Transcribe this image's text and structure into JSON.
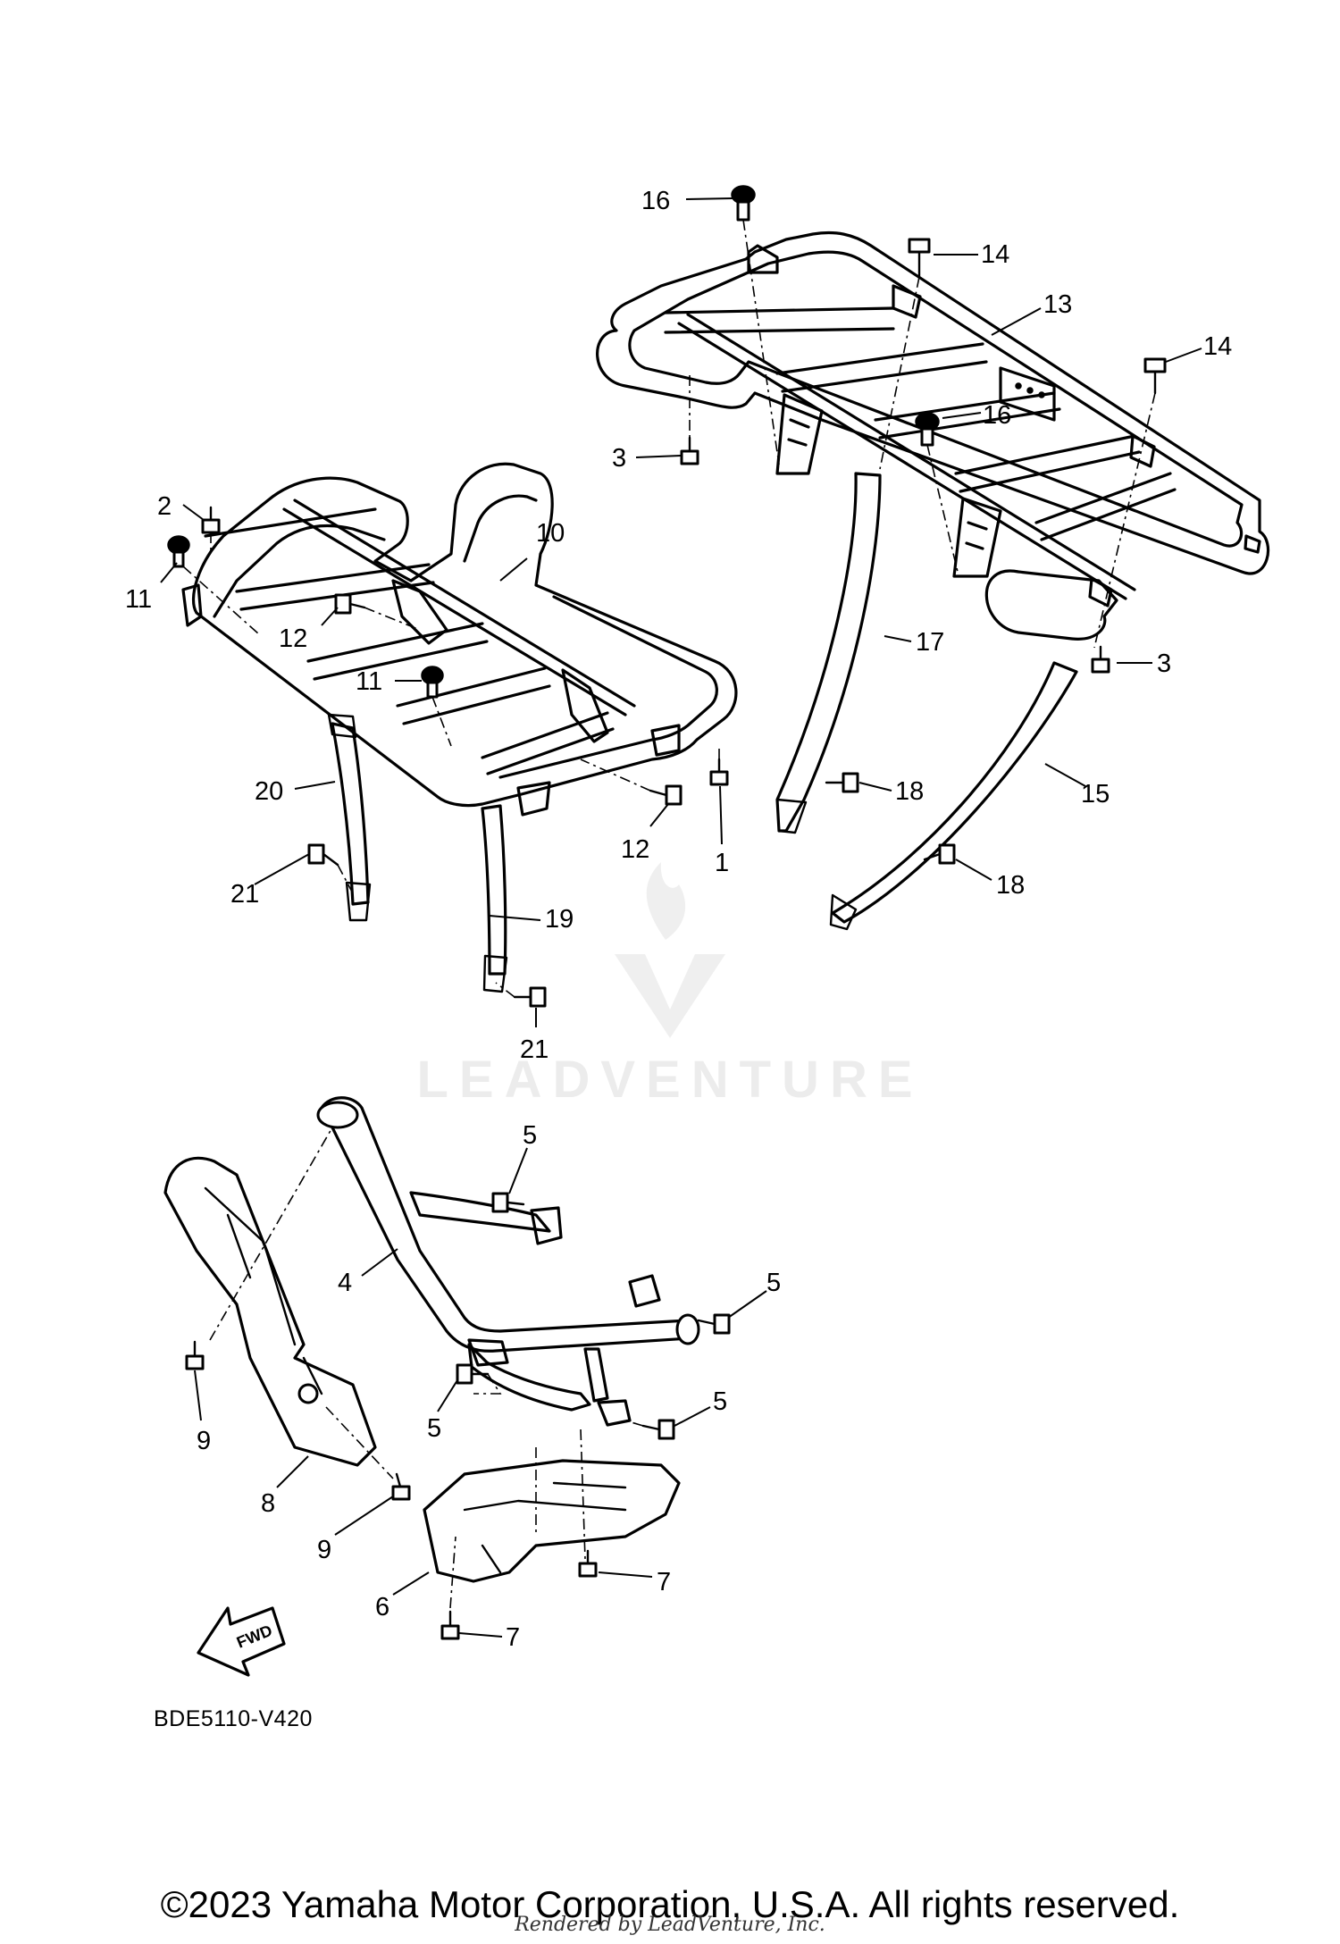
{
  "diagram": {
    "drawing_code": "BDE5110-V420",
    "watermark_text": "LEADVENTURE",
    "fwd_label": "FWD",
    "copyright": "©2023 Yamaha Motor Corporation, U.S.A. All rights reserved.",
    "rendered_by": "Rendered by LeadVenture, Inc.",
    "callouts": {
      "c1": "1",
      "c2": "2",
      "c3a": "3",
      "c3b": "3",
      "c4": "4",
      "c5a": "5",
      "c5b": "5",
      "c5c": "5",
      "c5d": "5",
      "c6": "6",
      "c7a": "7",
      "c7b": "7",
      "c8": "8",
      "c9a": "9",
      "c9b": "9",
      "c10": "10",
      "c11a": "11",
      "c11b": "11",
      "c12a": "12",
      "c12b": "12",
      "c13": "13",
      "c14a": "14",
      "c14b": "14",
      "c15": "15",
      "c16a": "16",
      "c16b": "16",
      "c17": "17",
      "c18a": "18",
      "c18b": "18",
      "c19": "19",
      "c20": "20",
      "c21a": "21",
      "c21b": "21"
    }
  }
}
